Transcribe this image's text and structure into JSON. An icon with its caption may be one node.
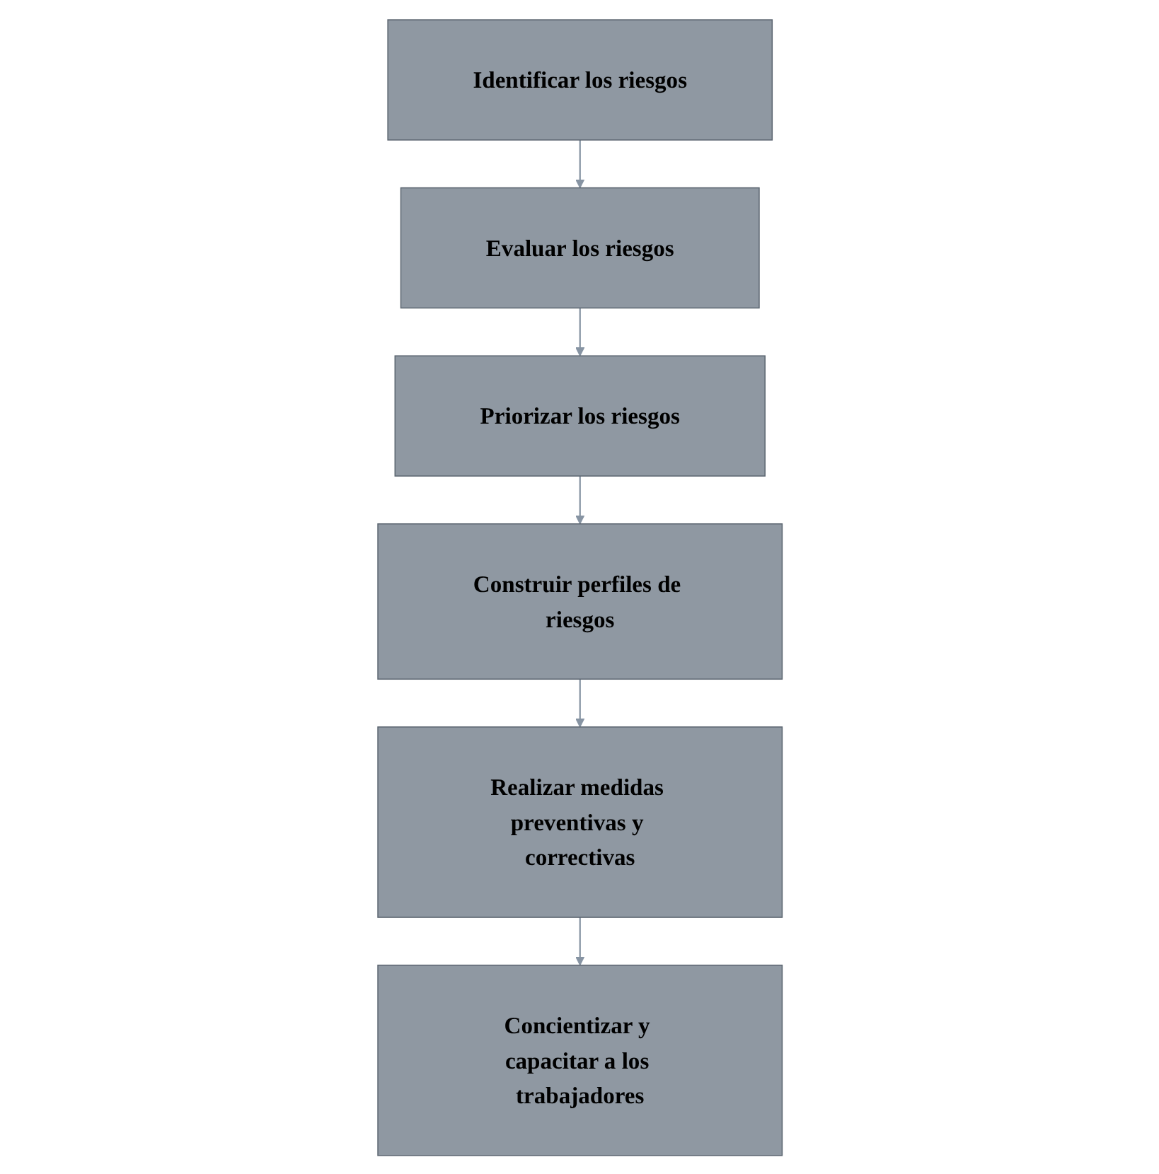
{
  "diagram": {
    "nodes": [
      {
        "text": [
          "Identificar los riesgos"
        ]
      },
      {
        "text": [
          "Evaluar los riesgos"
        ]
      },
      {
        "text": [
          "Priorizar los riesgos"
        ]
      },
      {
        "text": [
          "Construir perfiles de riesgos"
        ]
      },
      {
        "text": [
          "Realizar medidas preventivas y correctivas"
        ]
      },
      {
        "text": [
          "Concientizar y capacitar a los trabajadores"
        ]
      }
    ],
    "edges": [
      {
        "from": 0,
        "to": 1,
        "arrow": "to"
      },
      {
        "from": 1,
        "to": 2,
        "arrow": "to"
      },
      {
        "from": 2,
        "to": 3,
        "arrow": "to"
      },
      {
        "from": 3,
        "to": 4,
        "arrow": "to"
      },
      {
        "from": 4,
        "to": 5,
        "arrow": "to"
      }
    ]
  }
}
